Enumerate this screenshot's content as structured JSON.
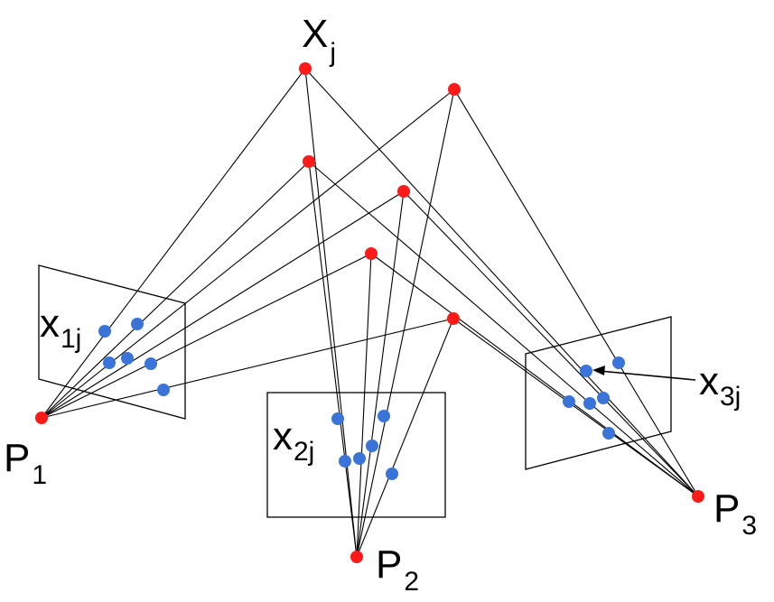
{
  "colors": {
    "scene_point": "#ff1a1a",
    "image_point": "#3a74d9",
    "line": "#000000",
    "background": "#ffffff"
  },
  "labels": {
    "scene_point": {
      "base": "X",
      "sub": "j"
    },
    "camera1": {
      "base": "P",
      "sub": "1"
    },
    "camera2": {
      "base": "P",
      "sub": "2"
    },
    "camera3": {
      "base": "P",
      "sub": "3"
    },
    "image1": {
      "base": "x",
      "sub": "1j"
    },
    "image2": {
      "base": "x",
      "sub": "2j"
    },
    "image3": {
      "base": "x",
      "sub": "3j"
    }
  }
}
